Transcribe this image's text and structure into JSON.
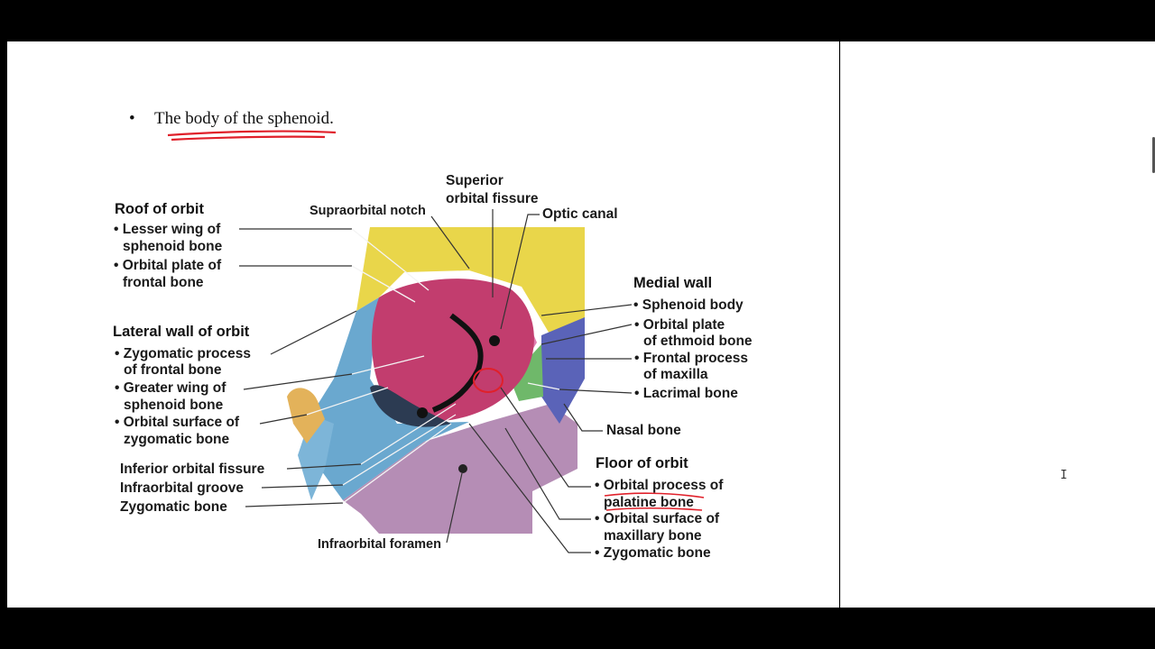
{
  "bullet": {
    "text": "The body of the sphenoid."
  },
  "figure": {
    "roof": {
      "heading": "Roof of orbit",
      "items": [
        "• Lesser wing of",
        "sphenoid bone",
        "• Orbital plate of",
        "frontal bone"
      ]
    },
    "lateral": {
      "heading": "Lateral wall of orbit",
      "items": [
        "• Zygomatic process",
        "of frontal bone",
        "• Greater wing of",
        "sphenoid bone",
        "• Orbital surface of",
        "zygomatic bone"
      ]
    },
    "left_bottom": [
      "Inferior orbital fissure",
      "Infraorbital groove",
      "Zygomatic bone"
    ],
    "top": {
      "supraorbital": "Supraorbital notch",
      "superior_fissure": [
        "Superior",
        "orbital fissure"
      ],
      "optic": "Optic canal"
    },
    "medial": {
      "heading": "Medial wall",
      "items": [
        "• Sphenoid body",
        "• Orbital plate",
        "of ethmoid bone",
        "• Frontal process",
        "of maxilla",
        "• Lacrimal bone"
      ]
    },
    "nasal": "Nasal bone",
    "floor": {
      "heading": "Floor of orbit",
      "items": [
        "• Orbital process of",
        "palatine bone",
        "• Orbital surface of",
        "maxillary bone",
        "• Zygomatic bone"
      ]
    },
    "infraorbital_foramen": "Infraorbital foramen"
  },
  "colors": {
    "frontal": "#e9d64a",
    "zygomatic": "#6aa8cf",
    "sphenoid": "#c23d6e",
    "maxilla": "#b58db5",
    "ethmoid": "#e07fb0",
    "lacrimal": "#6fb86a",
    "nasal_strip": "#5a63b8",
    "annotation_red": "#e0202a"
  }
}
